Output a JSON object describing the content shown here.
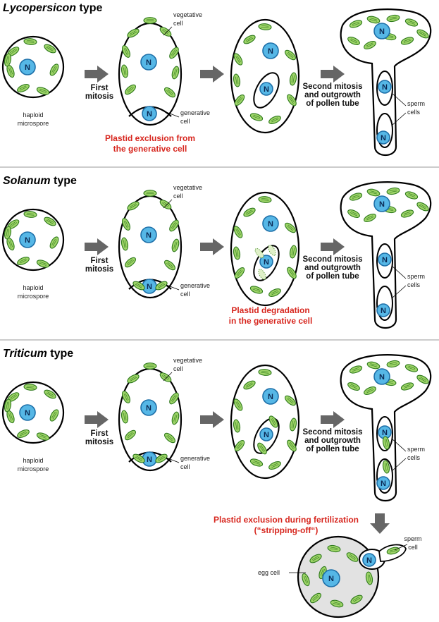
{
  "sections": [
    {
      "title_italic": "Lycopersicon",
      "title_rest": " type",
      "haploid_label": [
        "haploid",
        "microspore"
      ],
      "first_mitosis": [
        "First",
        "mitosis"
      ],
      "vegetative_label": [
        "vegetative",
        "cell"
      ],
      "generative_label": [
        "generative",
        "cell"
      ],
      "second_mitosis": [
        "Second mitosis",
        "and outgrowth",
        "of pollen tube"
      ],
      "sperm_label": [
        "sperm",
        "cells"
      ],
      "note": [
        "Plastid exclusion from",
        "the generative cell"
      ]
    },
    {
      "title_italic": "Solanum",
      "title_rest": " type",
      "haploid_label": [
        "haploid",
        "microspore"
      ],
      "first_mitosis": [
        "First",
        "mitosis"
      ],
      "vegetative_label": [
        "vegetative",
        "cell"
      ],
      "generative_label": [
        "generative",
        "cell"
      ],
      "second_mitosis": [
        "Second mitosis",
        "and outgrowth",
        "of pollen tube"
      ],
      "sperm_label": [
        "sperm",
        "cells"
      ],
      "note": [
        "Plastid degradation",
        "in the generative cell"
      ]
    },
    {
      "title_italic": "Triticum",
      "title_rest": " type",
      "haploid_label": [
        "haploid",
        "microspore"
      ],
      "first_mitosis": [
        "First",
        "mitosis"
      ],
      "vegetative_label": [
        "vegetative",
        "cell"
      ],
      "generative_label": [
        "generative",
        "cell"
      ],
      "second_mitosis": [
        "Second mitosis",
        "and outgrowth",
        "of pollen tube"
      ],
      "sperm_label": [
        "sperm",
        "cells"
      ],
      "note": [
        "Plastid exclusion during fertilization",
        "(“stripping-off“)"
      ]
    }
  ],
  "fertilization": {
    "egg_label": "egg cell",
    "sperm_label": [
      "sperm",
      "cell"
    ]
  },
  "nucleus_letter": "N",
  "colors": {
    "plastid_fill": "#9ed468",
    "plastid_stroke": "#2f7a1d",
    "nucleus_fill": "#56b7e6",
    "nucleus_stroke": "#1d6fa8",
    "highlight_text": "#d7261e",
    "arrow": "#666666",
    "egg_fill": "#e2e2e2"
  }
}
